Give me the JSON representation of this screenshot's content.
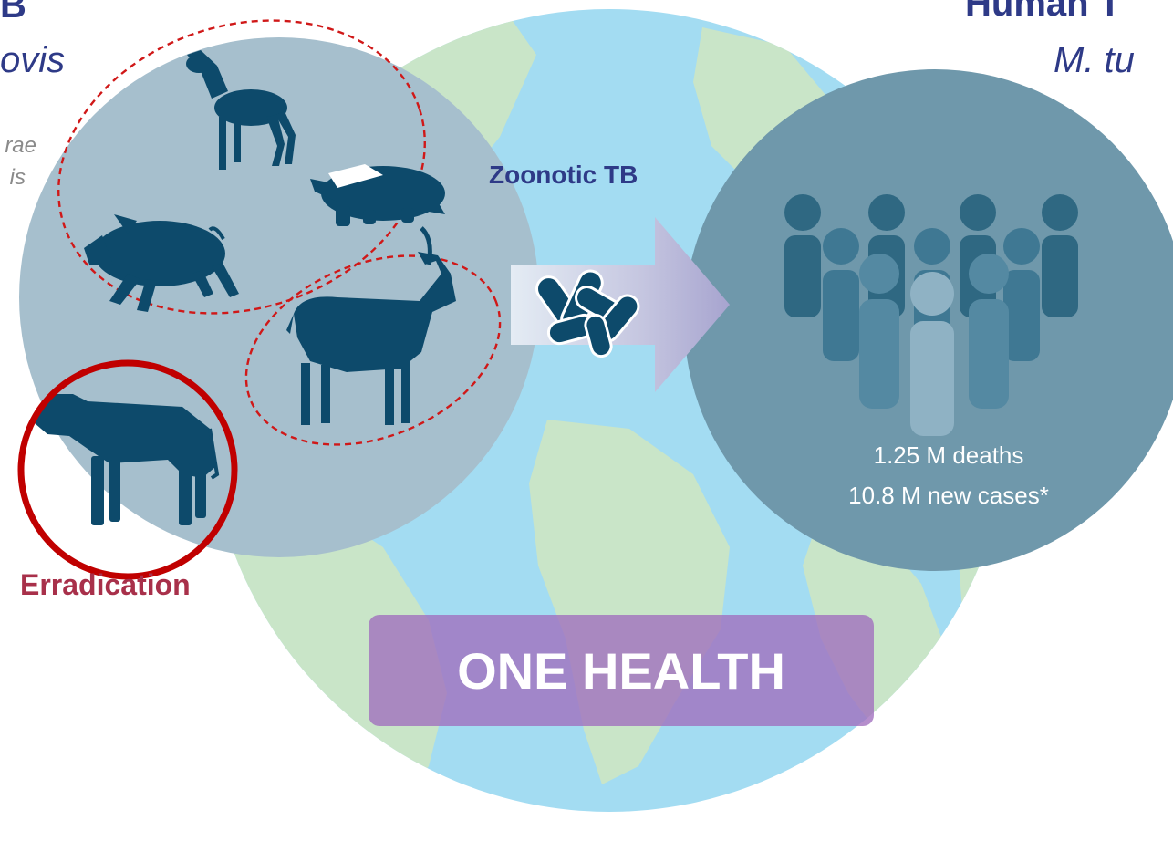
{
  "labels": {
    "left_title": "B",
    "left_species": "ovis",
    "left_small_1": "rae",
    "left_small_2": "is",
    "right_title": "Human T",
    "right_species": "M. tu",
    "arrow_label": "Zoonotic TB",
    "deaths": "1.25 M deaths",
    "new_cases": "10.8 M new cases*",
    "eradication_label": "Erradication",
    "banner": "ONE HEALTH"
  },
  "animals": [
    "deer",
    "badger",
    "wild-boar",
    "goat",
    "cow"
  ],
  "colors": {
    "ocean": "#a3dcf2",
    "land": "#c9e5c8",
    "animal_circle": "#a6bfcd",
    "human_circle": "#6f98ab",
    "silhouette": "#0d4a6b",
    "eradication_ring": "#c00000",
    "dashed_group": "#d01818",
    "title_text": "#2e3a87",
    "banner": "#a06ebe"
  }
}
